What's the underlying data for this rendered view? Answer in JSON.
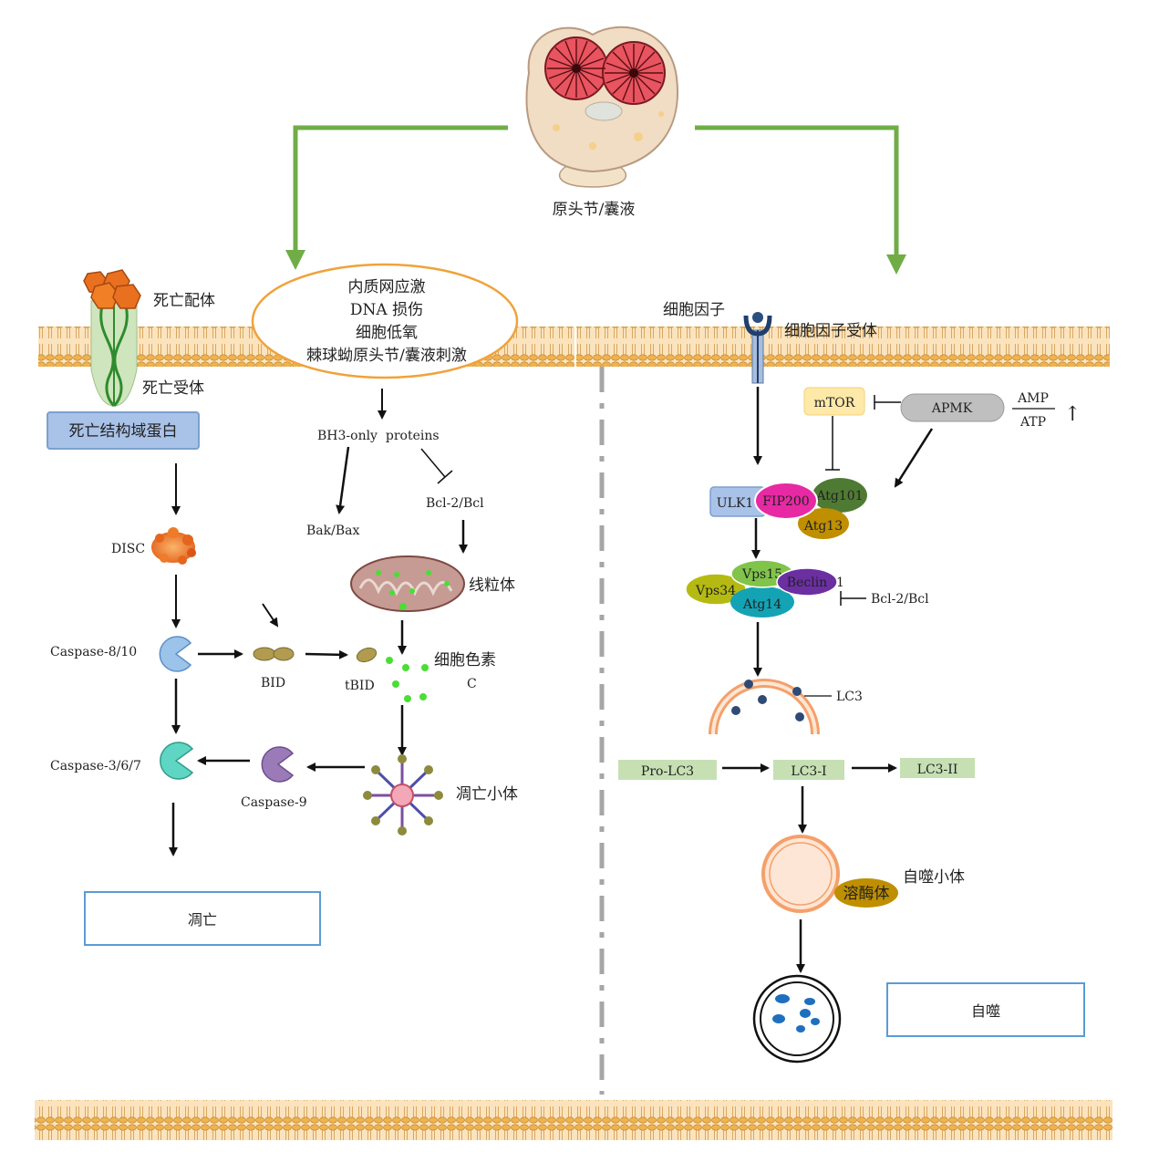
{
  "protoscolex_label": "原头节/囊液",
  "stress": {
    "line1": "内质网应激",
    "line2": "DNA 损伤",
    "line3": "细胞低氧",
    "line4": "棘球蚴原头节/囊液刺激"
  },
  "apoptosis": {
    "death_ligand": "死亡配体",
    "death_receptor": "死亡受体",
    "death_domain": "死亡结构域蛋白",
    "disc": "DISC",
    "caspase_8_10": "Caspase-8/10",
    "bid": "BID",
    "tbid": "tBID",
    "caspase_3_6_7": "Caspase-3/6/7",
    "caspase_9": "Caspase-9",
    "bh3_only": "BH3-only  proteins",
    "bak_bax": "Bak/Bax",
    "bcl2": "Bcl-2/Bcl",
    "mitochondria": "线粒体",
    "cytochrome": "细胞色素",
    "cytochrome_c": "C",
    "apoptosome": "凋亡小体",
    "result": "凋亡"
  },
  "autophagy": {
    "cytokine": "细胞因子",
    "cytokine_receptor": "细胞因子受体",
    "mtor": "mTOR",
    "apmk": "APMK",
    "amp": "AMP",
    "atp": "ATP",
    "up_arrow": "↑",
    "ulk1": "ULK1",
    "fip200": "FIP200",
    "atg101": "Atg101",
    "atg13": "Atg13",
    "vps15": "Vps15",
    "vps34": "Vps34",
    "beclin": "Beclin",
    "beclin_suffix": "1",
    "atg14": "Atg14",
    "bcl2": "Bcl-2/Bcl",
    "lc3": "LC3",
    "pro_lc3": "Pro-LC3",
    "lc3_i": "LC3-I",
    "lc3_ii": "LC3-II",
    "autophagosome": "自噬小体",
    "lysosome": "溶酶体",
    "result": "自噬"
  },
  "colors": {
    "green_arrow": "#70ad47",
    "stress_ellipse": "#f0a23a",
    "membrane": "#f5c07a",
    "divider": "#a6a6a6",
    "result_box": "#5b9bd5"
  }
}
